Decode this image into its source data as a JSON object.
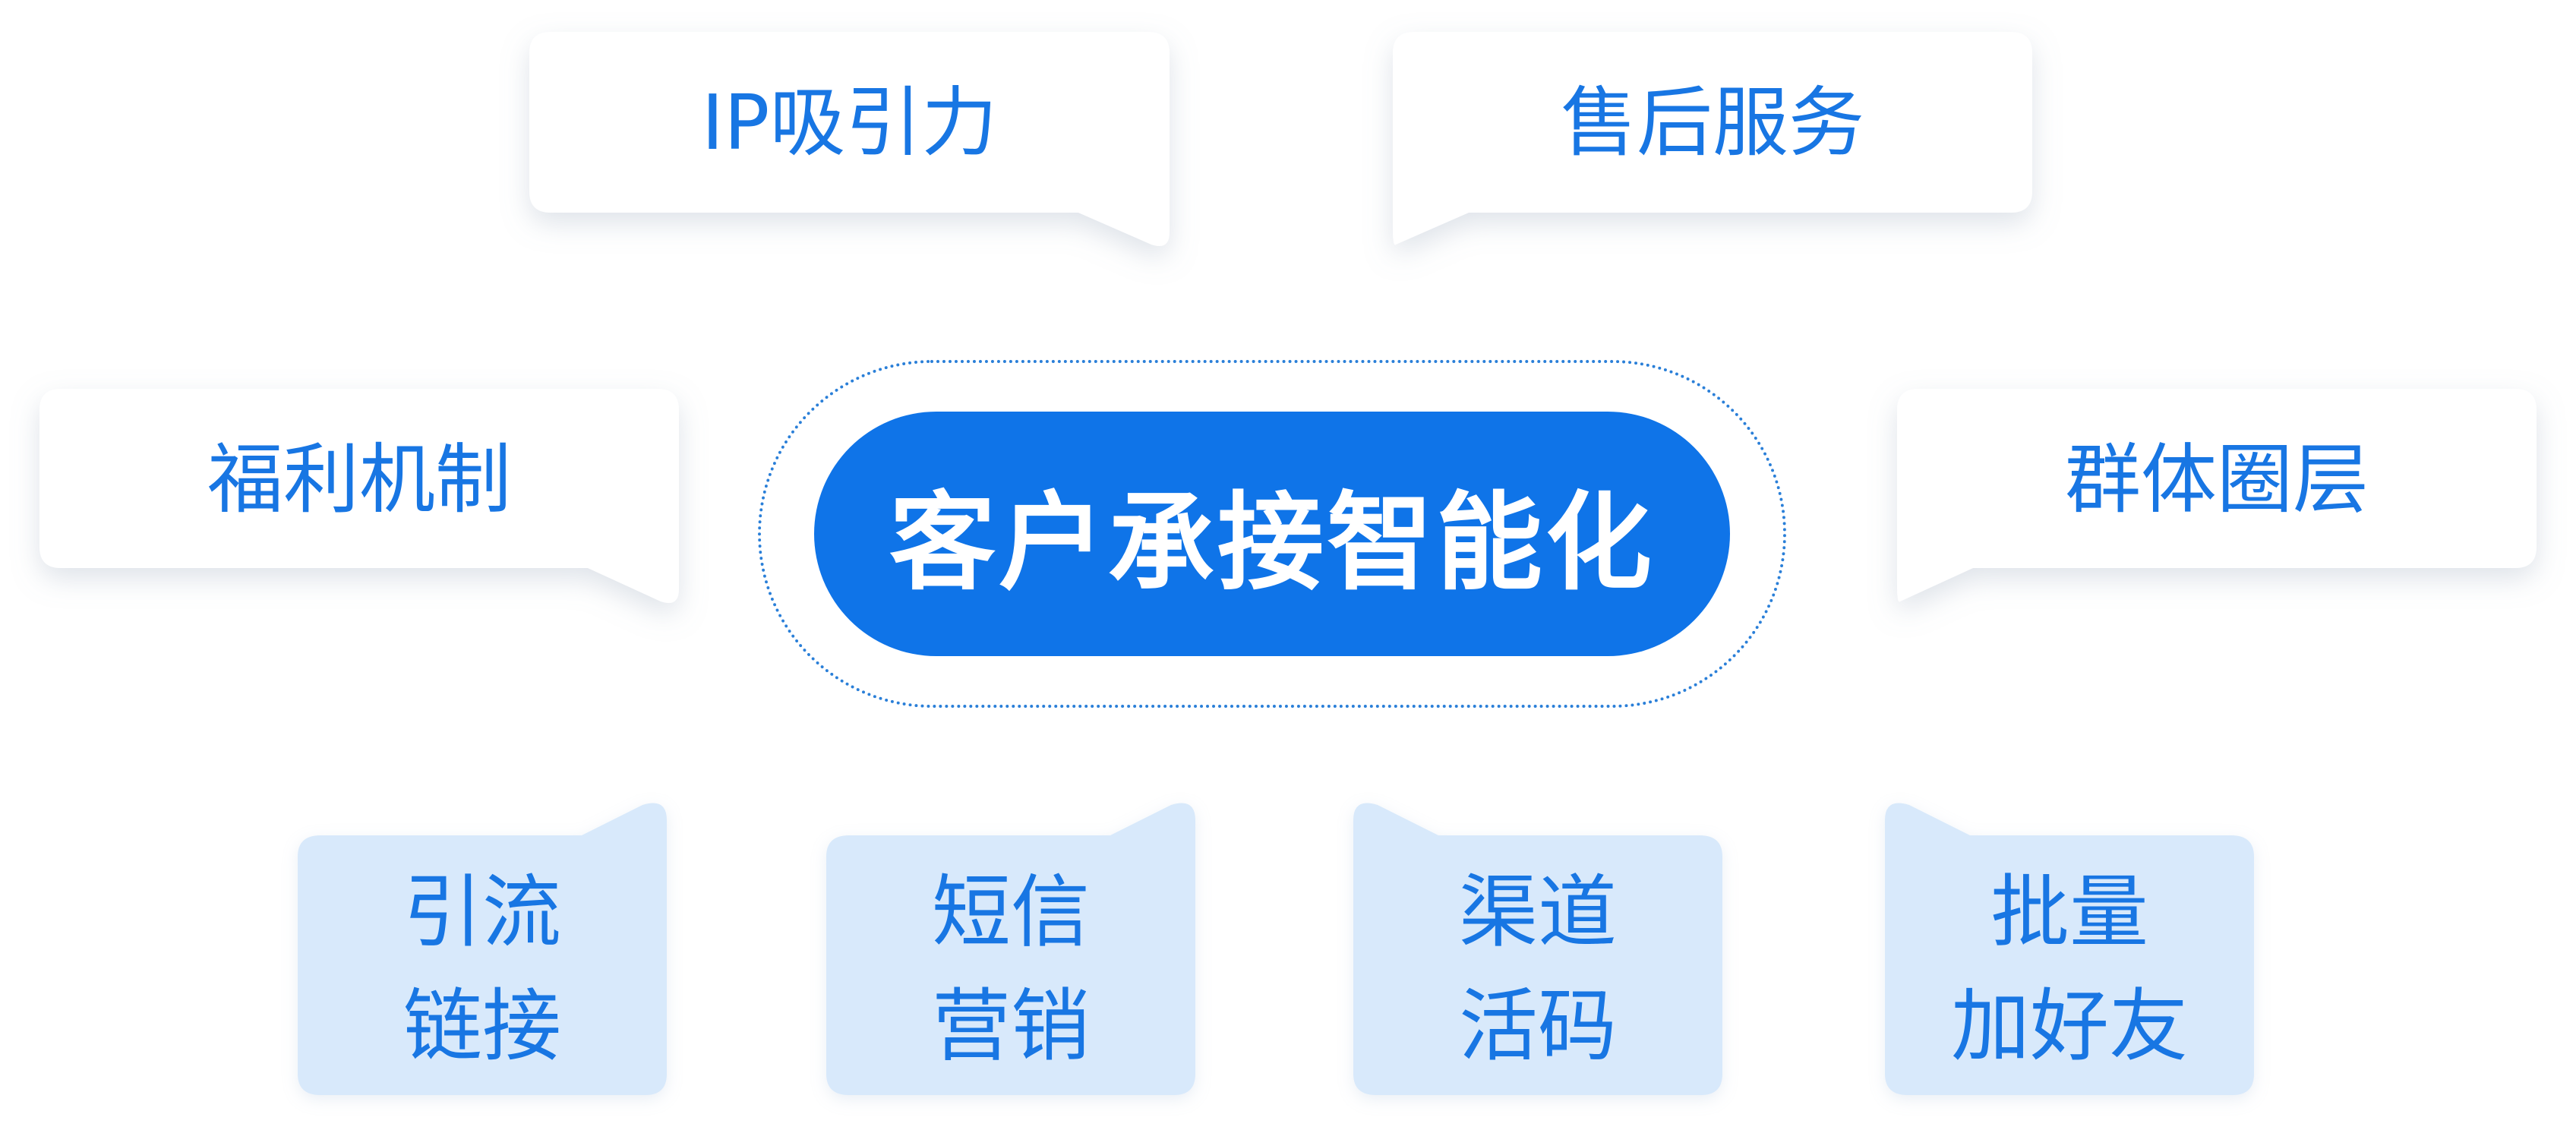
{
  "center": {
    "label": "客户承接智能化"
  },
  "top_nodes": [
    {
      "label": "IP吸引力"
    },
    {
      "label": "售后服务"
    },
    {
      "label": "福利机制"
    },
    {
      "label": "群体圈层"
    }
  ],
  "bottom_nodes": [
    {
      "line1": "引流",
      "line2": "链接"
    },
    {
      "line1": "短信",
      "line2": "营销"
    },
    {
      "line1": "渠道",
      "line2": "活码"
    },
    {
      "line1": "批量",
      "line2": "加好友"
    }
  ],
  "colors": {
    "accent": "#0f74e8",
    "text": "#1876e3",
    "card_bg": "#ffffff",
    "light_card_bg": "#d8e9fb"
  }
}
